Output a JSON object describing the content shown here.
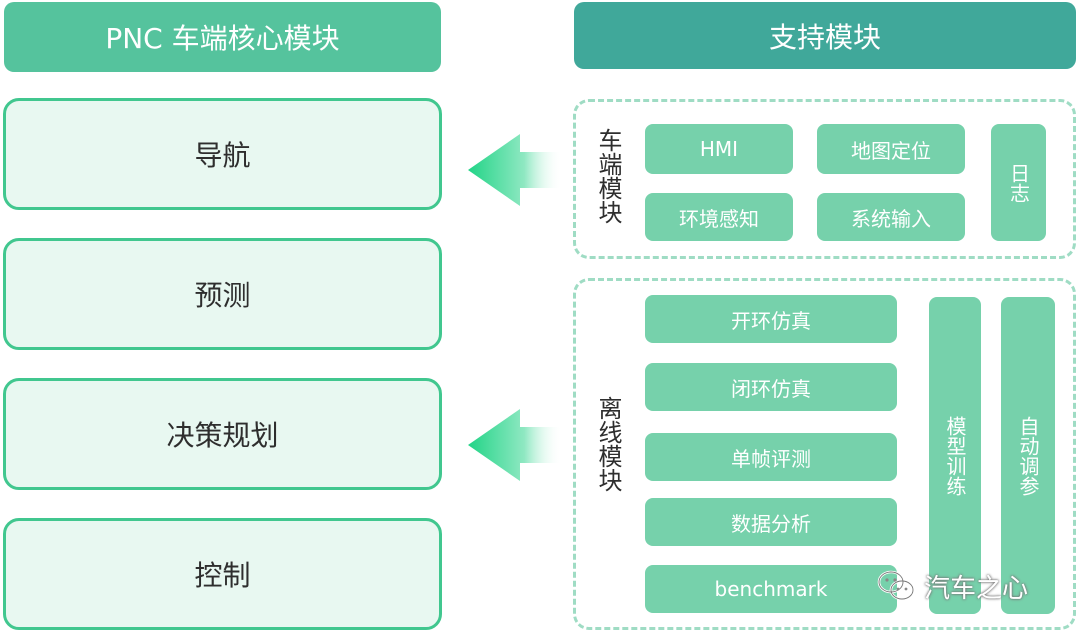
{
  "headers": {
    "core": "PNC 车端核心模块",
    "support": "支持模块"
  },
  "core_modules": [
    "导航",
    "预测",
    "决策规划",
    "控制"
  ],
  "vehicle_group": {
    "label": "车端模块",
    "items": [
      "HMI",
      "地图定位",
      "环境感知",
      "系统输入",
      "日志"
    ]
  },
  "offline_group": {
    "label": "离线模块",
    "items": [
      "开环仿真",
      "闭环仿真",
      "单帧评测",
      "数据分析",
      "benchmark"
    ],
    "tall_items": [
      "模型训练",
      "自动调参"
    ]
  },
  "watermark": {
    "text": "汽车之心",
    "icon": "wechat-icon"
  },
  "colors": {
    "core_header": "#55c39d",
    "support_header": "#40a89a",
    "core_border": "#41c78f",
    "core_fill": "#e8f8f1",
    "pill": "#76d1ab",
    "dashed": "#9fdcc4",
    "arrow": "#32d58f"
  }
}
